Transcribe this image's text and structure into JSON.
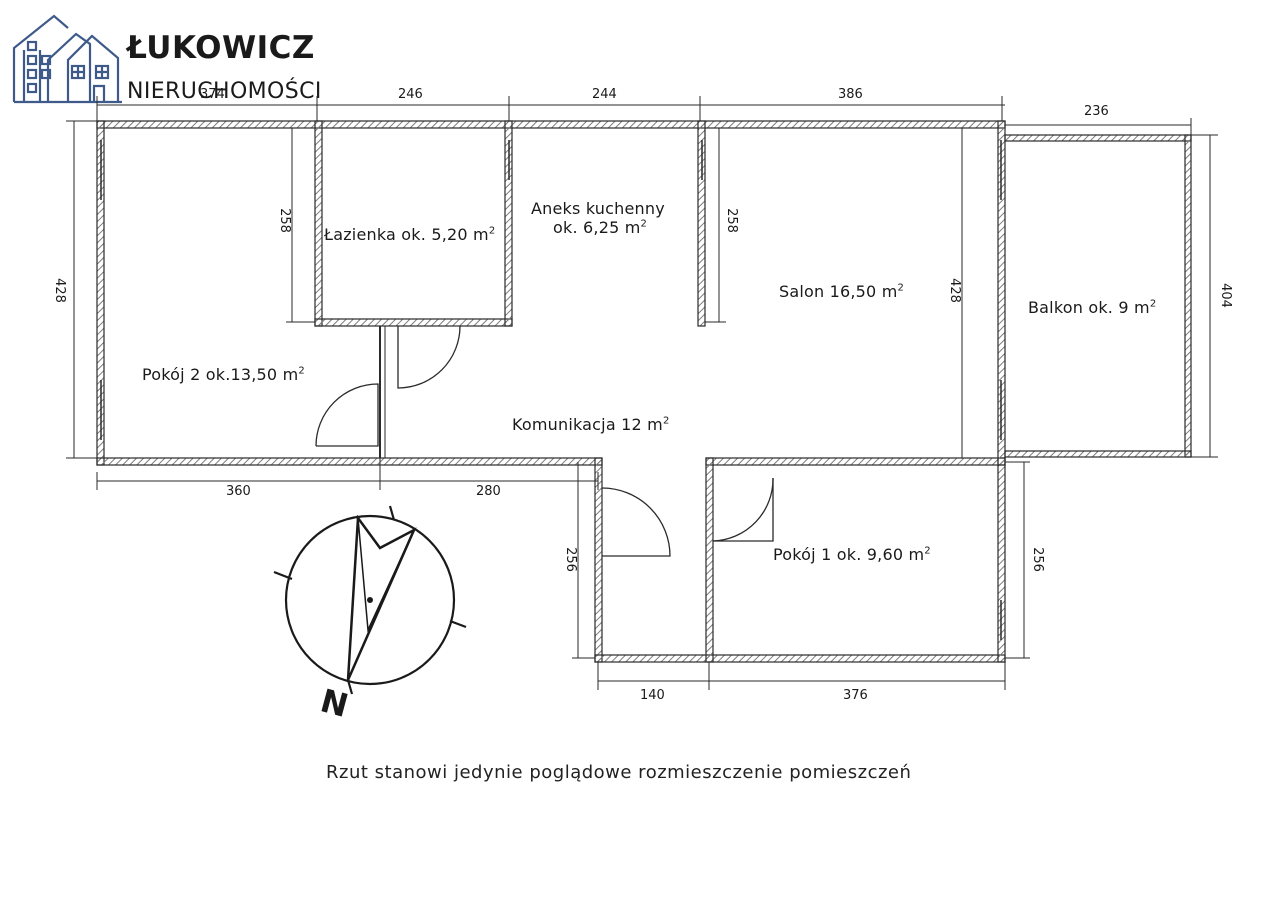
{
  "brand": {
    "name": "ŁUKOWICZ",
    "subtitle": "NIERUCHOMOŚCI",
    "accent": "#3d5a8a"
  },
  "plan": {
    "rooms": [
      {
        "id": "bathroom",
        "name": "Łazienka ok. 5,20 m",
        "sup": "2"
      },
      {
        "id": "kitchen_line1",
        "name": "Aneks kuchenny",
        "sup": ""
      },
      {
        "id": "kitchen_line2",
        "name": "ok. 6,25 m",
        "sup": "2"
      },
      {
        "id": "living",
        "name": "Salon 16,50 m",
        "sup": "2"
      },
      {
        "id": "balcony",
        "name": "Balkon ok. 9 m",
        "sup": "2"
      },
      {
        "id": "room2",
        "name": "Pokój 2 ok.13,50 m",
        "sup": "2"
      },
      {
        "id": "hall",
        "name": "Komunikacja 12 m",
        "sup": "2"
      },
      {
        "id": "room1",
        "name": "Pokój 1 ok. 9,60 m",
        "sup": "2"
      }
    ],
    "dimensions": {
      "top": [
        "374",
        "246",
        "244",
        "386",
        "236"
      ],
      "left_height": "428",
      "bath_height": "258",
      "kitchen_height": "258",
      "living_height": "428",
      "balcony_height": "404",
      "bottom_left": [
        "360",
        "280"
      ],
      "corridor_height": "256",
      "room1_height": "256",
      "bottom_right": [
        "140",
        "376"
      ]
    },
    "compass_letter": "N",
    "wall_color": "#2a2a2a",
    "hatch_color": "#8a8a8a"
  },
  "disclaimer": "Rzut stanowi jedynie poglądowe rozmieszczenie pomieszczeń"
}
